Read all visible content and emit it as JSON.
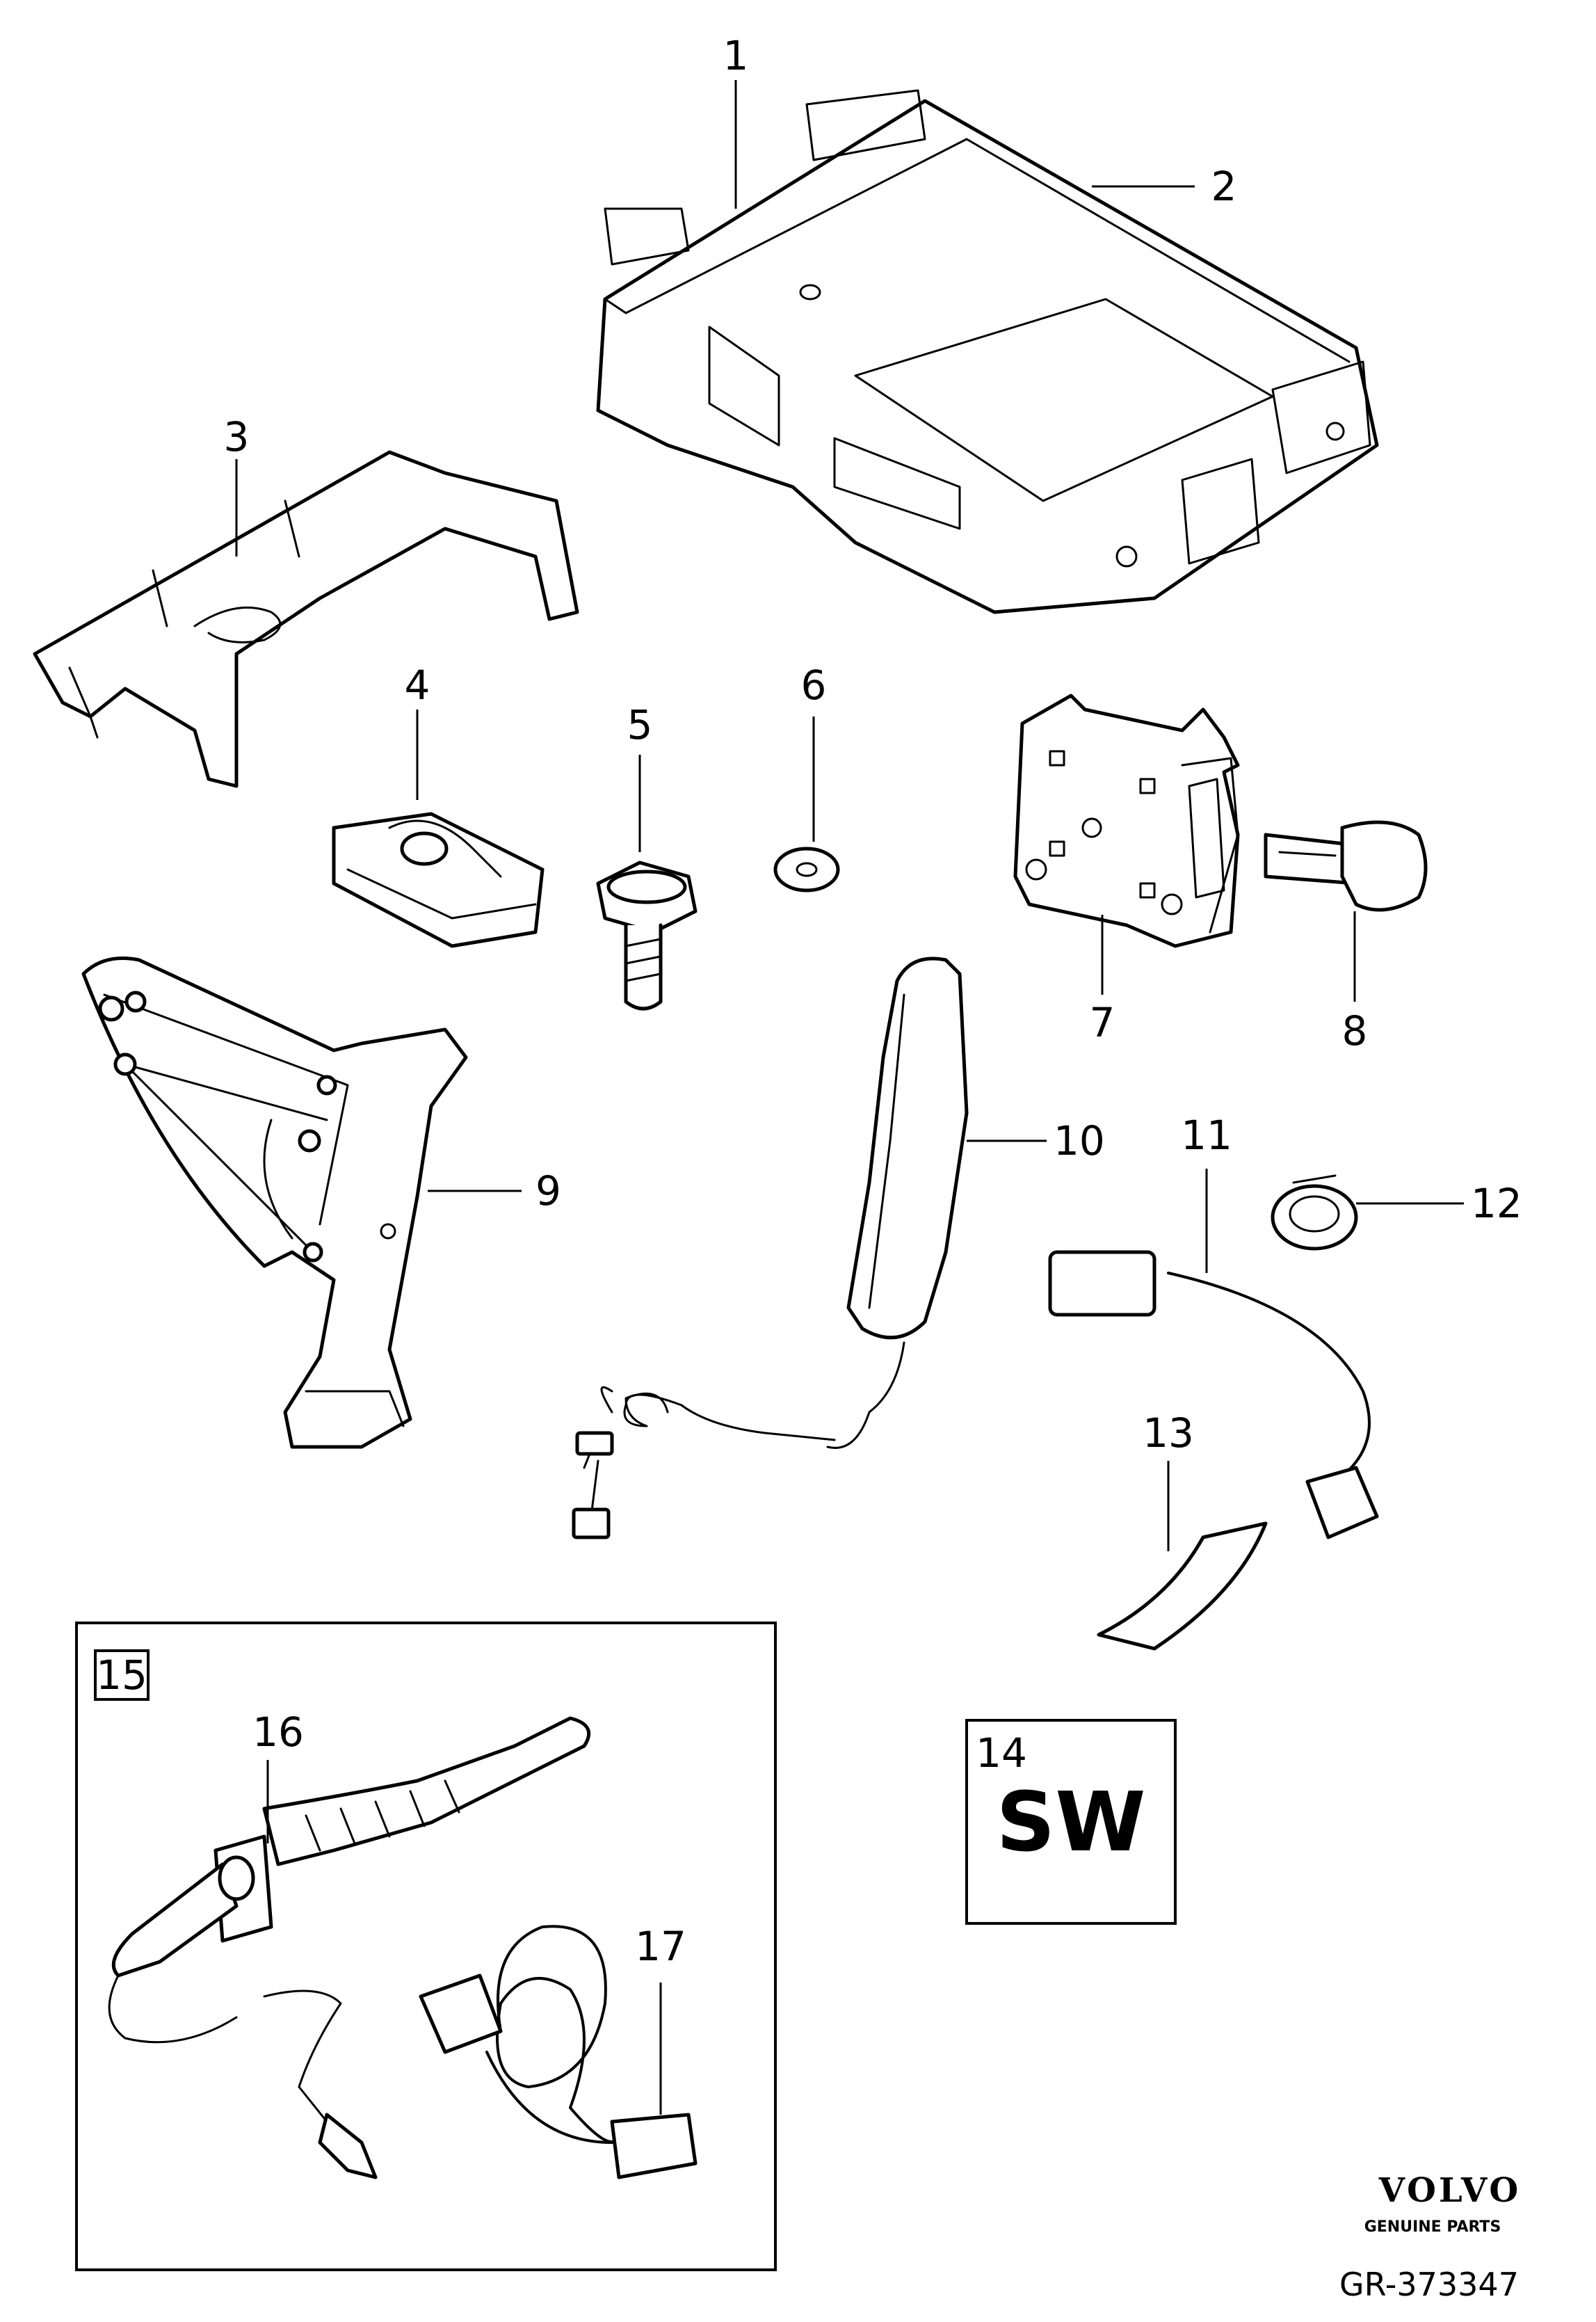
{
  "callouts": [
    "1",
    "2",
    "3",
    "4",
    "5",
    "6",
    "7",
    "8",
    "9",
    "10",
    "11",
    "12",
    "13",
    "14",
    "15",
    "16",
    "17"
  ],
  "sw_label": "SW",
  "brand": {
    "name": "VOLVO",
    "tagline": "GENUINE PARTS"
  },
  "reference": "GR-373347"
}
